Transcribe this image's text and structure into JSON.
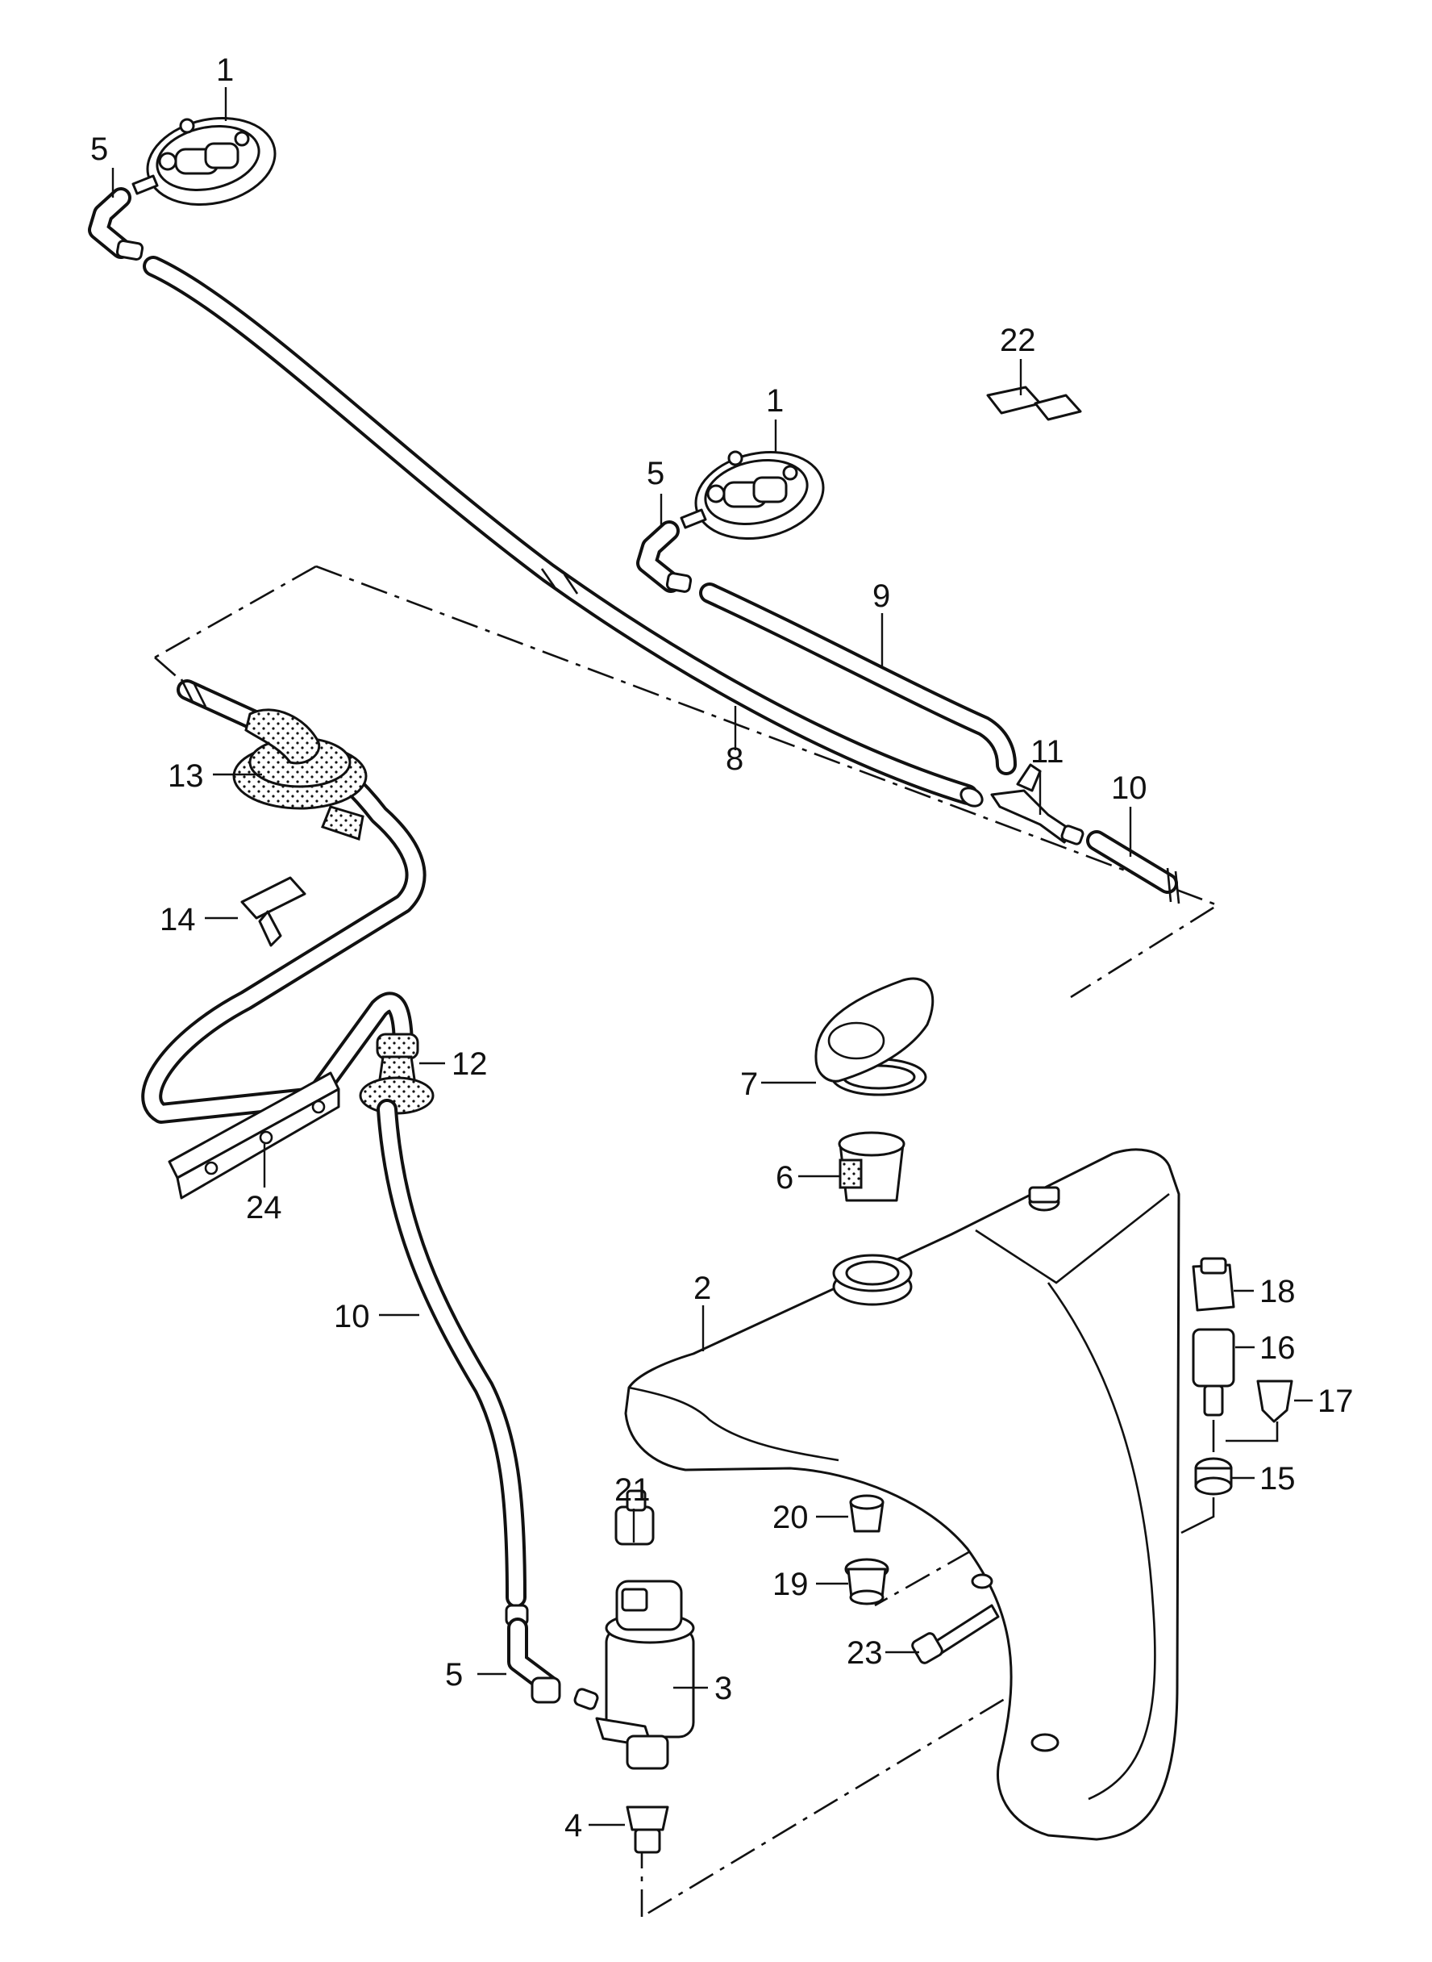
{
  "diagram": {
    "labels": {
      "l1a": "1",
      "l1b": "1",
      "l2": "2",
      "l3": "3",
      "l4": "4",
      "l5a": "5",
      "l5b": "5",
      "l5c": "5",
      "l6": "6",
      "l7": "7",
      "l8": "8",
      "l9": "9",
      "l10a": "10",
      "l10b": "10",
      "l11": "11",
      "l12": "12",
      "l13": "13",
      "l14": "14",
      "l15": "15",
      "l16": "16",
      "l17": "17",
      "l18": "18",
      "l19": "19",
      "l20": "20",
      "l21": "21",
      "l22": "22",
      "l23": "23",
      "l24": "24"
    }
  }
}
